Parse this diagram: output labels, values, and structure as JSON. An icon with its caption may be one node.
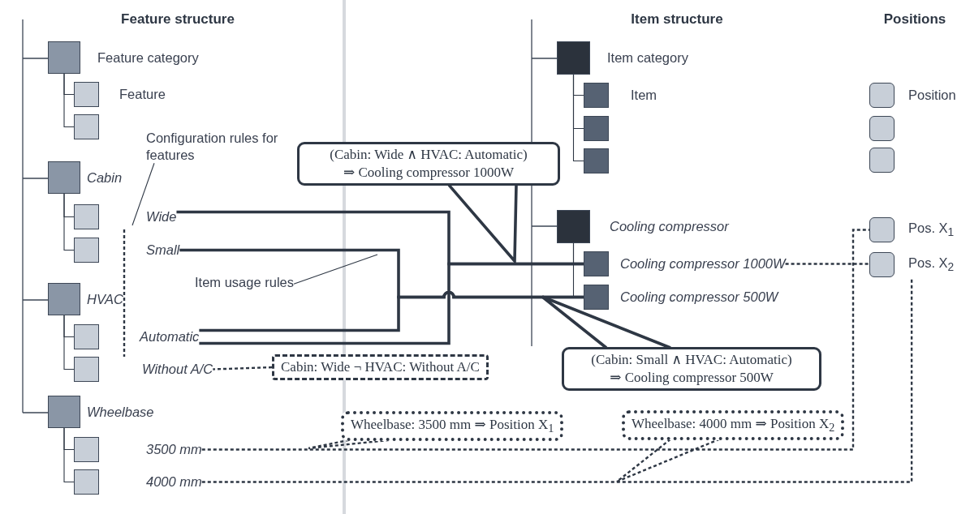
{
  "diagram": {
    "nodes": [
      {
        "text": [
          "Feature category"
        ]
      },
      {
        "text": [
          "Feature"
        ]
      },
      {
        "text": [],
        "shape": "box"
      },
      {
        "text": [
          "Cabin"
        ]
      },
      {
        "text": [
          "Wide"
        ]
      },
      {
        "text": [
          "Small"
        ]
      },
      {
        "text": [
          "HVAC"
        ]
      },
      {
        "text": [
          "Automatic"
        ]
      },
      {
        "text": [
          "Without A/C"
        ]
      },
      {
        "text": [
          "Wheelbase"
        ]
      },
      {
        "text": [
          "3500 mm"
        ]
      },
      {
        "text": [
          "4000 mm"
        ]
      },
      {
        "text": [
          "Item category"
        ]
      },
      {
        "text": [
          "Item"
        ]
      },
      {
        "text": [],
        "shape": "box"
      },
      {
        "text": [],
        "shape": "box"
      },
      {
        "text": [
          "Cooling compressor"
        ]
      },
      {
        "text": [
          "Cooling compressor 1000W"
        ]
      },
      {
        "text": [
          "Cooling compressor 500W"
        ]
      },
      {
        "text": [
          "Position"
        ]
      },
      {
        "text": [],
        "shape": "box"
      },
      {
        "text": [],
        "shape": "box"
      },
      {
        "text": [
          "Pos. X$_{1}$"
        ]
      },
      {
        "text": [
          "Pos. X$_{2}$"
        ]
      },
      {
        "text": [
          "(Cabin: Wide ∧ HVAC: Automatic) ⇒ Cooling compressor 1000W"
        ]
      },
      {
        "text": [
          "(Cabin: Small ∧ HVAC: Automatic) ⇒ Cooling compressor 500W"
        ]
      },
      {
        "text": [
          "Cabin: Wide ¬ HVAC: Without A/C"
        ]
      },
      {
        "text": [
          "Wheelbase: 3500 mm ⇒ Position X$_{1}$"
        ]
      },
      {
        "text": [
          "Wheelbase: 4000 mm ⇒ Position X$_{2}$"
        ]
      },
      {
        "text": [
          "Configuration rules for features"
        ]
      },
      {
        "text": [
          "Item usage rules"
        ]
      }
    ],
    "edges": [
      {
        "from": 0,
        "to": 1,
        "arrow": "none"
      },
      {
        "from": 0,
        "to": 2,
        "arrow": "none"
      },
      {
        "from": 3,
        "to": 4,
        "arrow": "none"
      },
      {
        "from": 3,
        "to": 5,
        "arrow": "none"
      },
      {
        "from": 6,
        "to": 7,
        "arrow": "none"
      },
      {
        "from": 6,
        "to": 8,
        "arrow": "none"
      },
      {
        "from": 9,
        "to": 10,
        "arrow": "none"
      },
      {
        "from": 9,
        "to": 11,
        "arrow": "none"
      },
      {
        "from": 12,
        "to": 13,
        "arrow": "none"
      },
      {
        "from": 12,
        "to": 14,
        "arrow": "none"
      },
      {
        "from": 12,
        "to": 15,
        "arrow": "none"
      },
      {
        "from": 16,
        "to": 17,
        "arrow": "none"
      },
      {
        "from": 16,
        "to": 18,
        "arrow": "none"
      },
      {
        "from": 4,
        "to": 8,
        "arrow": "none",
        "style": "dashed"
      },
      {
        "from": 4,
        "to": 17,
        "arrow": "none",
        "style": "thick"
      },
      {
        "from": 7,
        "to": 17,
        "arrow": "none",
        "style": "thick"
      },
      {
        "from": 5,
        "to": 18,
        "arrow": "none",
        "style": "thick"
      },
      {
        "from": 7,
        "to": 18,
        "arrow": "none",
        "style": "thick"
      },
      {
        "from": 17,
        "to": 23,
        "arrow": "none",
        "style": "dashed"
      },
      {
        "from": 10,
        "to": 22,
        "arrow": "none",
        "style": "dashed"
      },
      {
        "from": 11,
        "to": 23,
        "arrow": "none",
        "style": "dashed"
      },
      {
        "from": 24,
        "to": null,
        "arrow": "none",
        "style": "thick"
      },
      {
        "from": 25,
        "to": null,
        "arrow": "none",
        "style": "thick"
      },
      {
        "from": 26,
        "to": 8,
        "arrow": "none",
        "style": "dashed"
      },
      {
        "from": 27,
        "to": null,
        "arrow": "none",
        "style": "dashed"
      },
      {
        "from": 28,
        "to": null,
        "arrow": "none",
        "style": "dashed"
      },
      {
        "from": 29,
        "to": null,
        "arrow": "none"
      },
      {
        "from": 30,
        "to": null,
        "arrow": "none"
      }
    ],
    "labels": [
      "Feature structure",
      "Item structure",
      "Positions"
    ]
  }
}
